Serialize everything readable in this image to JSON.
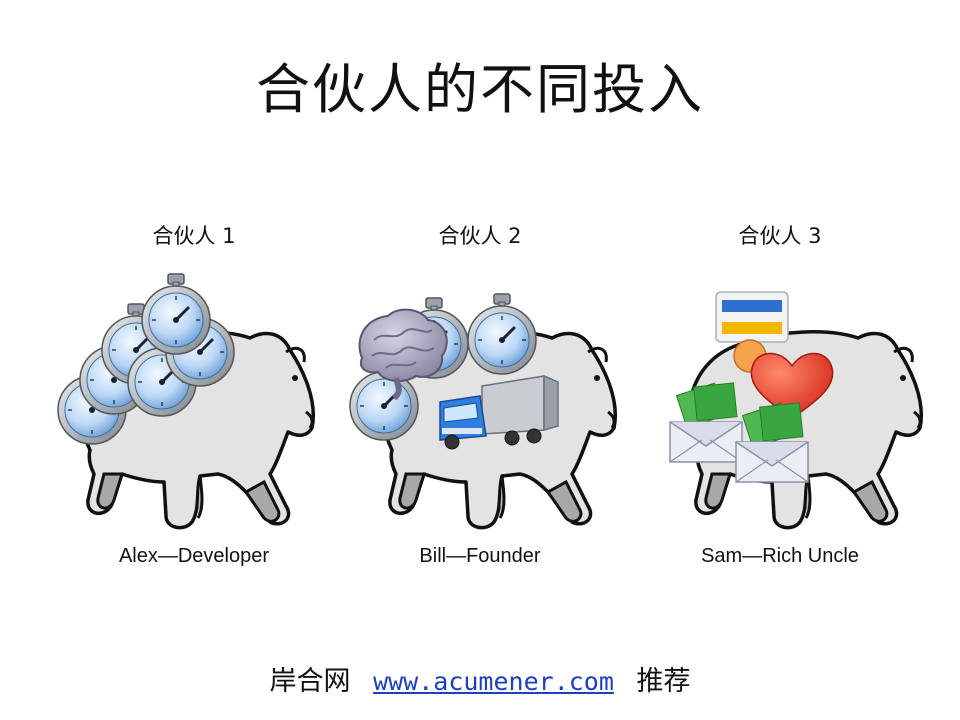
{
  "slide": {
    "title": "合伙人的不同投入"
  },
  "partners": [
    {
      "label": "合伙人 1",
      "role": "Alex—Developer",
      "contribution_icons": [
        "stopwatch-icon"
      ]
    },
    {
      "label": "合伙人 2",
      "role": "Bill—Founder",
      "contribution_icons": [
        "stopwatch-icon",
        "brain-icon",
        "truck-icon"
      ]
    },
    {
      "label": "合伙人 3",
      "role": "Sam—Rich Uncle",
      "contribution_icons": [
        "credit-card-icon",
        "heart-icon",
        "money-envelope-icon"
      ]
    }
  ],
  "footer": {
    "prefix": "岸合网",
    "link": "www.acumener.com",
    "suffix": "推荐"
  },
  "colors": {
    "bear_fill": "#e3e3e3",
    "bear_outline": "#111111",
    "stopwatch_face": "#bcd8f5",
    "stopwatch_rim": "#9aa3ad",
    "truck_cab": "#2f7fe0",
    "heart": "#e8392a",
    "money": "#3aa640",
    "link": "#1f3fbf"
  }
}
